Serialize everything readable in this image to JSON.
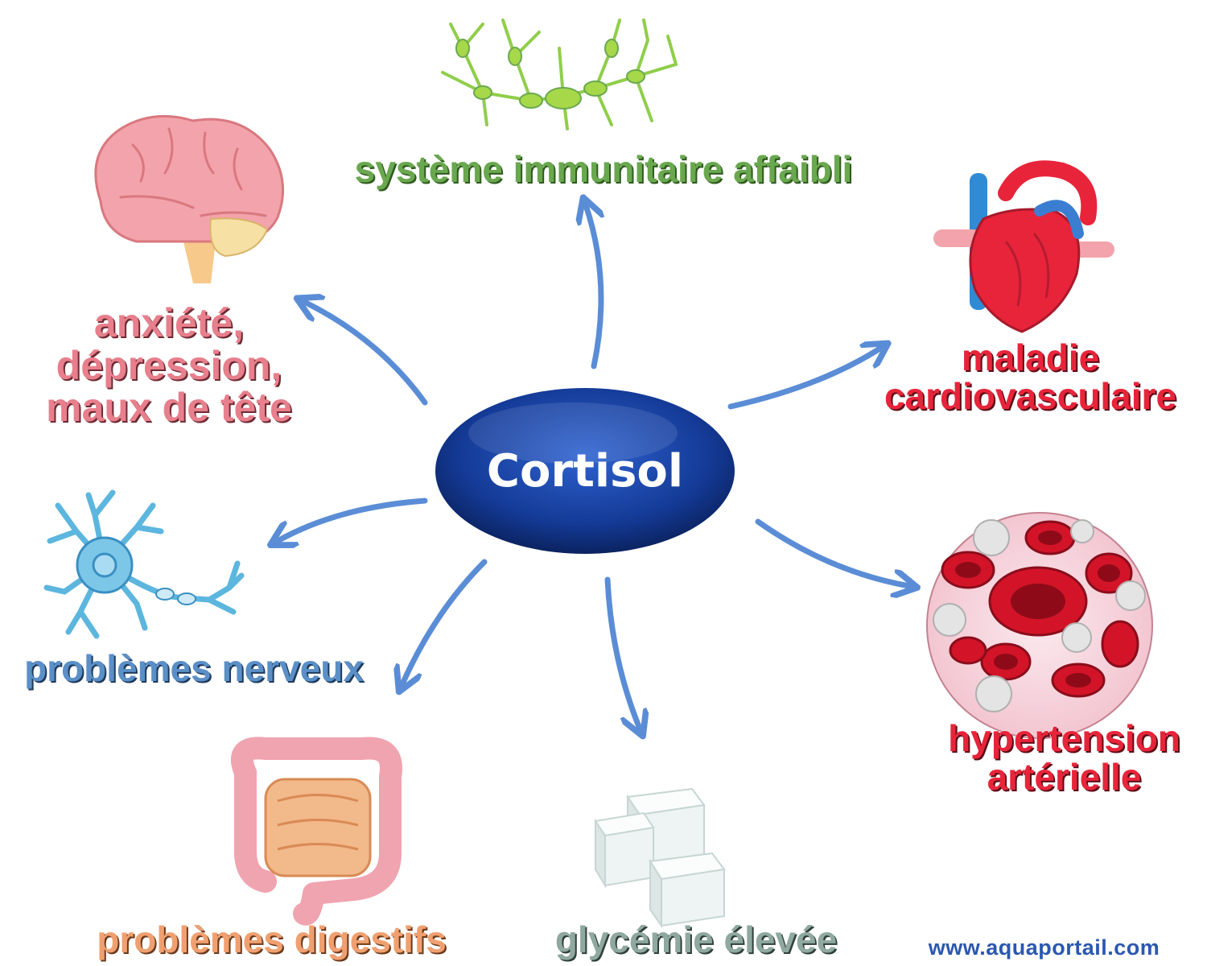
{
  "center": {
    "label": "Cortisol"
  },
  "effects": {
    "immune": {
      "label": "système immunitaire affaibli",
      "icon": "immune-cell-icon",
      "color": "#6aa84f"
    },
    "mental": {
      "line1": "anxiété,",
      "line2": "dépression,",
      "line3": "maux de tête",
      "icon": "brain-icon",
      "color": "#e87f8c"
    },
    "cardio": {
      "line1": "maladie",
      "line2": "cardiovasculaire",
      "icon": "heart-icon",
      "color": "#e8243a"
    },
    "nerves": {
      "label": "problèmes nerveux",
      "icon": "neuron-icon",
      "color": "#5b8fc7"
    },
    "pressure": {
      "line1": "hypertension",
      "line2": "artérielle",
      "icon": "blood-cells-icon",
      "color": "#e8243a"
    },
    "digestive": {
      "label": "problèmes digestifs",
      "icon": "intestine-icon",
      "color": "#f0a070"
    },
    "glycemia": {
      "label": "glycémie élevée",
      "icon": "sugar-cubes-icon",
      "color": "#8fa8a0"
    }
  },
  "watermark": {
    "text": "www.aquaportail.com"
  },
  "colors": {
    "arrow": "#5b8dd6",
    "ellipse": "#1a3f9a"
  }
}
